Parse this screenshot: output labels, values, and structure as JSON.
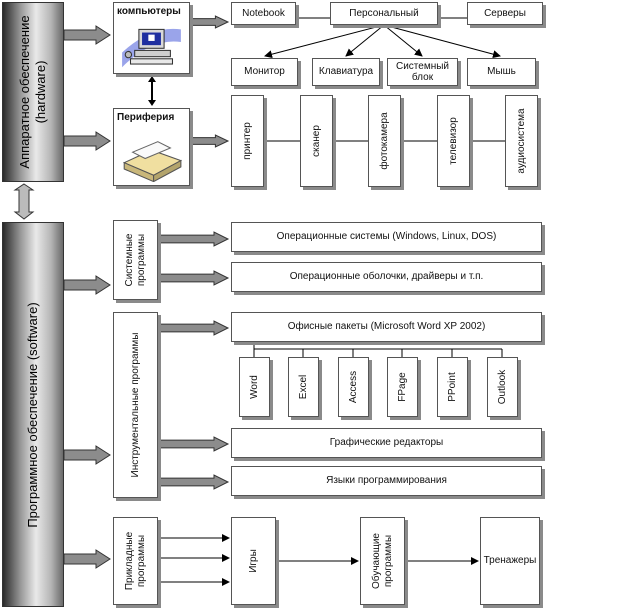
{
  "hardware": {
    "sidebar_label": "Аппаратное обеспечение",
    "sidebar_sublabel": "(hardware)",
    "computers": {
      "title": "компьютеры",
      "types": [
        "Notebook",
        "Персональный",
        "Серверы"
      ],
      "components": [
        "Монитор",
        "Клавиатура",
        "Системный блок",
        "Мышь"
      ]
    },
    "periphery": {
      "title": "Периферия",
      "devices": [
        "принтер",
        "сканер",
        "фотокамера",
        "телевизор",
        "аудиосистема"
      ]
    }
  },
  "software": {
    "sidebar_label": "Программное обеспечение (software)",
    "system": {
      "label": "Системные программы",
      "items": [
        "Операционные системы (Windows, Linux, DOS)",
        "Операционные оболочки, драйверы и т.п."
      ]
    },
    "instrumental": {
      "label": "Инструментальные программы",
      "office": "Офисные пакеты (Microsoft Word XP 2002)",
      "office_apps": [
        "Word",
        "Excel",
        "Access",
        "FPage",
        "PPoint",
        "Outlook"
      ],
      "graphics": "Графические редакторы",
      "languages": "Языки программирования"
    },
    "applied": {
      "label": "Прикладные программы",
      "items": [
        "Игры",
        "Обучающие программы",
        "Тренажеры"
      ]
    }
  },
  "colors": {
    "border": "#555555",
    "shadow": "#8a8a8a",
    "arrow_fill": "#8c8c8c"
  }
}
